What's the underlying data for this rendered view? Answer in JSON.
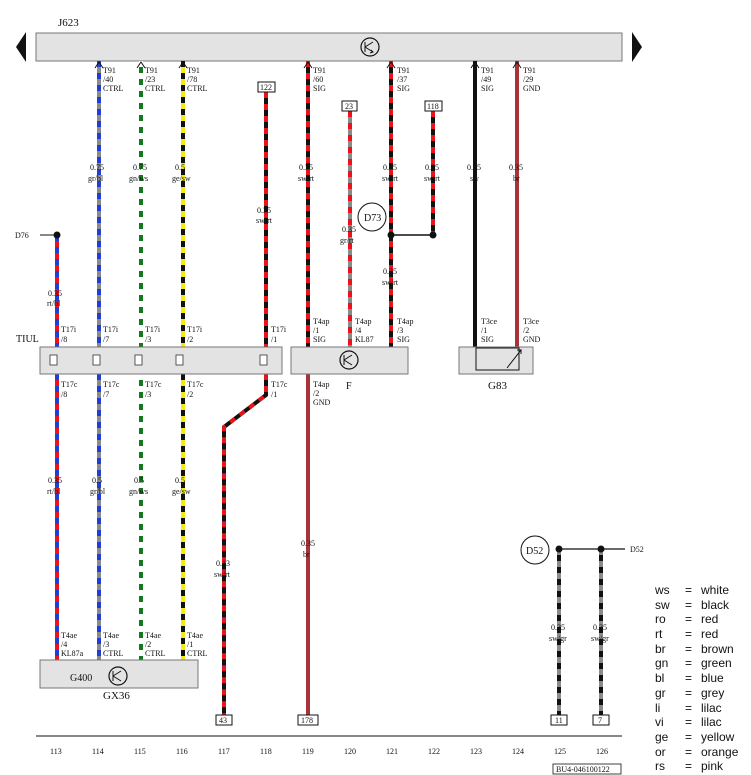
{
  "labels": {
    "j623": "J623",
    "tiul": "TIUL",
    "d76": "D76",
    "d73": "D73",
    "d52": "D52",
    "d52_right": "D52",
    "f": "F",
    "g83": "G83",
    "g400": "G400",
    "gx36": "GX36",
    "ref": "BU4-046100122",
    "t91_40": "T91",
    "t91_40b": "/40",
    "t91_40c": "CTRL",
    "t91_23": "T91",
    "t91_23b": "/23",
    "t91_23c": "CTRL",
    "t91_78": "T91",
    "t91_78b": "/78",
    "t91_78c": "CTRL",
    "t91_60": "T91",
    "t91_60b": "/60",
    "t91_60c": "SIG",
    "t91_37": "T91",
    "t91_37b": "/37",
    "t91_37c": "SIG",
    "t91_49": "T91",
    "t91_49b": "/49",
    "t91_49c": "SIG",
    "t91_29": "T91",
    "t91_29b": "/29",
    "t91_29c": "GND",
    "t17i_8": "T17i",
    "t17i_8b": "/8",
    "t17i_7": "T17i",
    "t17i_7b": "/7",
    "t17i_3": "T17i",
    "t17i_3b": "/3",
    "t17i_2": "T17i",
    "t17i_2b": "/2",
    "t17i_1": "T17i",
    "t17i_1b": "/1",
    "t17c_8": "T17c",
    "t17c_8b": "/8",
    "t17c_7": "T17c",
    "t17c_7b": "/7",
    "t17c_3": "T17c",
    "t17c_3b": "/3",
    "t17c_2": "T17c",
    "t17c_2b": "/2",
    "t17c_1": "T17c",
    "t17c_1b": "/1",
    "t4ap_1": "T4ap",
    "t4ap_1b": "/1",
    "t4ap_1c": "SIG",
    "t4ap_4": "T4ap",
    "t4ap_4b": "/4",
    "t4ap_4c": "KL87",
    "t4ap_3": "T4ap",
    "t4ap_3b": "/3",
    "t4ap_3c": "SIG",
    "t4ap_2": "T4ap",
    "t4ap_2b": "/2",
    "t4ap_2c": "GND",
    "t3ce_1": "T3ce",
    "t3ce_1b": "/1",
    "t3ce_1c": "SIG",
    "t3ce_2": "T3ce",
    "t3ce_2b": "/2",
    "t3ce_2c": "GND",
    "t4ae_4": "T4ae",
    "t4ae_4b": "/4",
    "t4ae_4c": "KL87a",
    "t4ae_3": "T4ae",
    "t4ae_3b": "/3",
    "t4ae_3c": "CTRL",
    "t4ae_2": "T4ae",
    "t4ae_2b": "/2",
    "t4ae_2c": "CTRL",
    "t4ae_1": "T4ae",
    "t4ae_1b": "/1",
    "t4ae_1c": "CTRL"
  },
  "wire_specs": {
    "w114_up": {
      "size": "0.75",
      "color": "gr/bl"
    },
    "w115_up": {
      "size": "0.75",
      "color": "gn/ws"
    },
    "w116_up": {
      "size": "0.5",
      "color": "ge/sw"
    },
    "w118_up": {
      "size": "0.35",
      "color": "sw/rt"
    },
    "w119_up": {
      "size": "0.35",
      "color": "sw/rt"
    },
    "w120_up": {
      "size": "0.35",
      "color": "gr/rt"
    },
    "w121_a": {
      "size": "0.35",
      "color": "sw/rt"
    },
    "w121_b": {
      "size": "0.35",
      "color": "sw/rt"
    },
    "w122_up": {
      "size": "0.35",
      "color": "sw/rt"
    },
    "w123_up": {
      "size": "0.35",
      "color": "sw"
    },
    "w124_up": {
      "size": "0.35",
      "color": "br"
    },
    "w113_up": {
      "size": "0.35",
      "color": "rt/bl"
    },
    "w113_lo": {
      "size": "0.35",
      "color": "rt/bl"
    },
    "w114_lo": {
      "size": "0.5",
      "color": "gr/bl"
    },
    "w115_lo": {
      "size": "0.5",
      "color": "gn/ws"
    },
    "w116_lo": {
      "size": "0.5",
      "color": "ge/sw"
    },
    "w117_lo": {
      "size": "0.13",
      "color": "sw/rt"
    },
    "w119_lo": {
      "size": "0.35",
      "color": "br"
    },
    "w125": {
      "size": "0.35",
      "color": "sw/gr"
    },
    "w126": {
      "size": "0.35",
      "color": "sw/gr"
    }
  },
  "boxes": {
    "b122": "122",
    "b23": "23",
    "b118": "118",
    "b43": "43",
    "b178": "178",
    "b11": "11",
    "b7": "7"
  },
  "columns": [
    "113",
    "114",
    "115",
    "116",
    "117",
    "118",
    "119",
    "120",
    "121",
    "122",
    "123",
    "124",
    "125",
    "126"
  ],
  "legend": [
    {
      "abbr": "ws",
      "eq": "=",
      "name": "white"
    },
    {
      "abbr": "sw",
      "eq": "=",
      "name": "black"
    },
    {
      "abbr": "ro",
      "eq": "=",
      "name": "red"
    },
    {
      "abbr": "rt",
      "eq": "=",
      "name": "red"
    },
    {
      "abbr": "br",
      "eq": "=",
      "name": "brown"
    },
    {
      "abbr": "gn",
      "eq": "=",
      "name": "green"
    },
    {
      "abbr": "bl",
      "eq": "=",
      "name": "blue"
    },
    {
      "abbr": "gr",
      "eq": "=",
      "name": "grey"
    },
    {
      "abbr": "li",
      "eq": "=",
      "name": "lilac"
    },
    {
      "abbr": "vi",
      "eq": "=",
      "name": "lilac"
    },
    {
      "abbr": "ge",
      "eq": "=",
      "name": "yellow"
    },
    {
      "abbr": "or",
      "eq": "=",
      "name": "orange"
    },
    {
      "abbr": "rs",
      "eq": "=",
      "name": "pink"
    }
  ],
  "colors": {
    "red": "#e8141c",
    "blue": "#1d3fd8",
    "grey": "#8a8a8a",
    "green": "#127a1c",
    "white": "#ffffff",
    "yellow": "#f2ec12",
    "black": "#111111",
    "brown": "#a8343a",
    "module_fill": "#e3e3e3"
  }
}
